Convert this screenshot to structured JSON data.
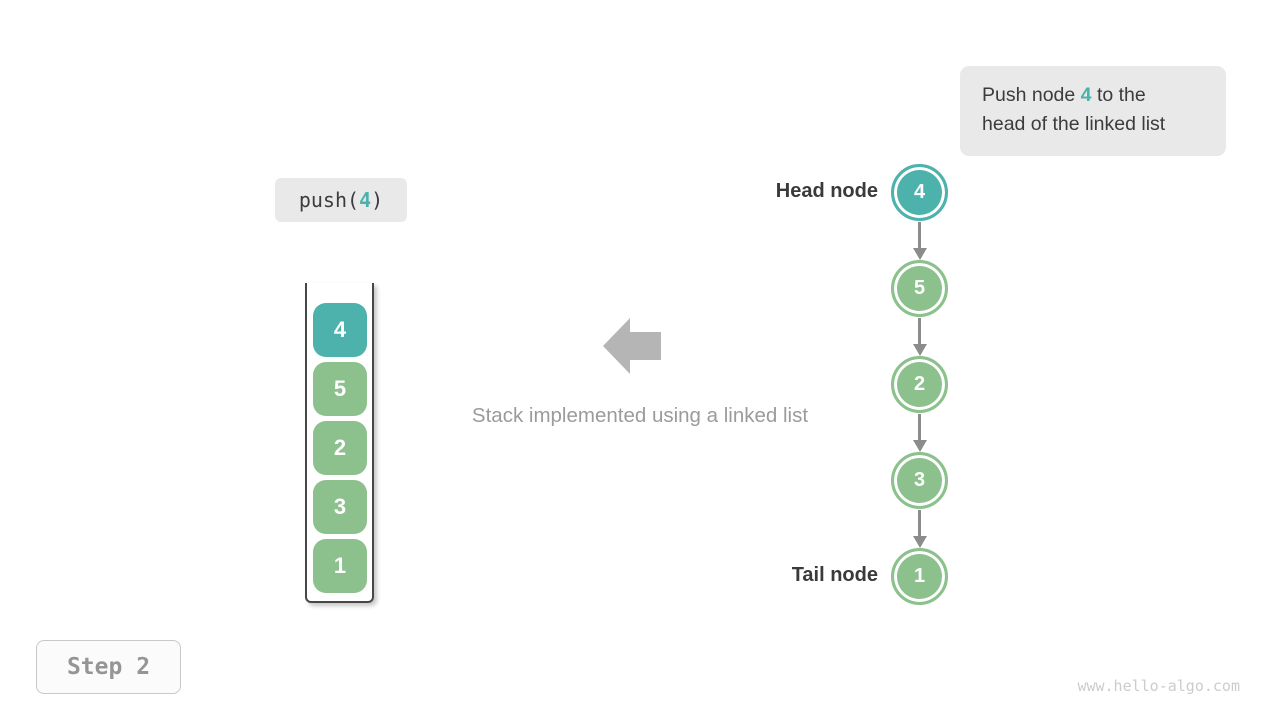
{
  "callout": {
    "prefix": "Push node ",
    "highlight": "4",
    "suffix": " to the\nhead of the linked list"
  },
  "code_label": {
    "prefix": "push(",
    "arg": "4",
    "suffix": ")"
  },
  "stack": {
    "items": [
      {
        "value": "4",
        "color": "#4DB1AC"
      },
      {
        "value": "5",
        "color": "#8CC08C"
      },
      {
        "value": "2",
        "color": "#8CC08C"
      },
      {
        "value": "3",
        "color": "#8CC08C"
      },
      {
        "value": "1",
        "color": "#8CC08C"
      }
    ]
  },
  "center": {
    "caption": "Stack implemented using a linked list",
    "arrow_icon": "left-block-arrow"
  },
  "linked_list": {
    "head_label": "Head node",
    "tail_label": "Tail node",
    "nodes": [
      {
        "value": "4",
        "color": "#4DB1AC"
      },
      {
        "value": "5",
        "color": "#8CC08C"
      },
      {
        "value": "2",
        "color": "#8CC08C"
      },
      {
        "value": "3",
        "color": "#8CC08C"
      },
      {
        "value": "1",
        "color": "#8CC08C"
      }
    ]
  },
  "step": {
    "label": "Step 2"
  },
  "watermark": "www.hello-algo.com",
  "colors": {
    "teal": "#4DB1AC",
    "green": "#8CC08C",
    "callout_bg": "#E9E9E9",
    "dark_text": "#3C3C3C",
    "muted_text": "#9B9B9B",
    "block_arrow": "#B5B5B5",
    "link_arrow": "#8C8C8C"
  }
}
